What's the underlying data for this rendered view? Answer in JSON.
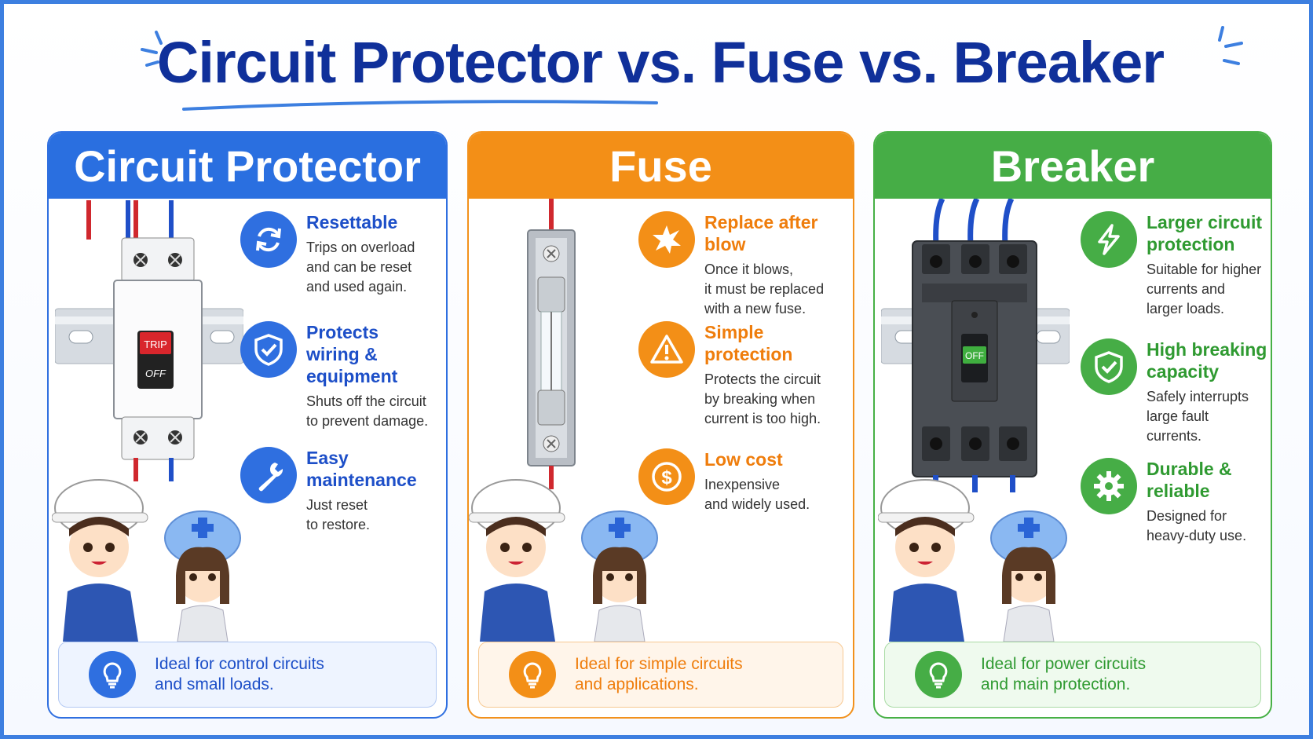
{
  "title": "Circuit Protector vs. Fuse vs. Breaker",
  "columns": [
    {
      "name": "Circuit Protector",
      "device_labels": {
        "trip": "TRIP",
        "off": "OFF"
      },
      "features": [
        {
          "icon": "refresh-icon",
          "title": [
            "Resettable"
          ],
          "desc": [
            "Trips on overload",
            "and can be reset",
            "and used again."
          ]
        },
        {
          "icon": "shield-check-icon",
          "title": [
            "Protects",
            "wiring &",
            "equipment"
          ],
          "desc": [
            "Shuts off the circuit",
            "to prevent damage."
          ]
        },
        {
          "icon": "wrench-icon",
          "title": [
            "Easy",
            "maintenance"
          ],
          "desc": [
            "Just reset",
            "to restore."
          ]
        }
      ],
      "bottom": [
        "Ideal for control circuits",
        "and small loads."
      ]
    },
    {
      "name": "Fuse",
      "features": [
        {
          "icon": "burst-icon",
          "title": [
            "Replace after blow"
          ],
          "desc": [
            "Once it blows,",
            "it must be replaced",
            "with a new fuse."
          ]
        },
        {
          "icon": "warning-icon",
          "title": [
            "Simple",
            "protection"
          ],
          "desc": [
            "Protects the circuit",
            "by breaking when",
            "current is too high."
          ]
        },
        {
          "icon": "dollar-icon",
          "title": [
            "Low cost"
          ],
          "desc": [
            "Inexpensive",
            "and widely used."
          ]
        }
      ],
      "bottom": [
        "Ideal for simple circuits",
        "and applications."
      ]
    },
    {
      "name": "Breaker",
      "device_labels": {
        "off": "OFF"
      },
      "features": [
        {
          "icon": "lightning-icon",
          "title": [
            "Larger circuit",
            "protection"
          ],
          "desc": [
            "Suitable for higher",
            "currents and",
            "larger loads."
          ]
        },
        {
          "icon": "shield-check-icon",
          "title": [
            "High breaking",
            "capacity"
          ],
          "desc": [
            "Safely interrupts",
            "large fault",
            "currents."
          ]
        },
        {
          "icon": "gear-icon",
          "title": [
            "Durable &",
            "reliable"
          ],
          "desc": [
            "Designed for",
            "heavy-duty use."
          ]
        }
      ],
      "bottom": [
        "Ideal for power circuits",
        "and main protection."
      ]
    }
  ],
  "colors": {
    "blue": "#2f6fe0",
    "orange": "#f38f17",
    "green": "#46ad46",
    "title": "#10309a"
  }
}
